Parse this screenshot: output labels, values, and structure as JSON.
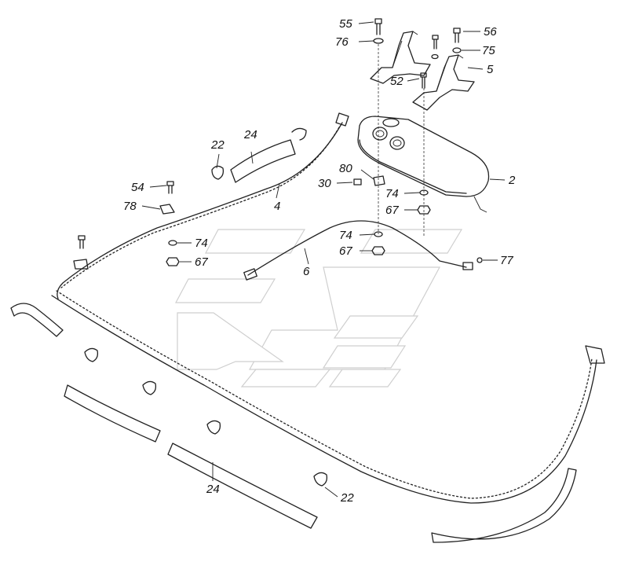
{
  "diagram": {
    "callouts": [
      {
        "key": "c55",
        "text": "55"
      },
      {
        "key": "c56",
        "text": "56"
      },
      {
        "key": "c76",
        "text": "76"
      },
      {
        "key": "c75",
        "text": "75"
      },
      {
        "key": "c5",
        "text": "5"
      },
      {
        "key": "c52",
        "text": "52"
      },
      {
        "key": "c24a",
        "text": "24"
      },
      {
        "key": "c22a",
        "text": "22"
      },
      {
        "key": "c80",
        "text": "80"
      },
      {
        "key": "c2",
        "text": "2"
      },
      {
        "key": "c30",
        "text": "30"
      },
      {
        "key": "c54",
        "text": "54"
      },
      {
        "key": "c74a",
        "text": "74"
      },
      {
        "key": "c78",
        "text": "78"
      },
      {
        "key": "c4",
        "text": "4"
      },
      {
        "key": "c67a",
        "text": "67"
      },
      {
        "key": "c74b",
        "text": "74"
      },
      {
        "key": "c74c",
        "text": "74"
      },
      {
        "key": "c67b",
        "text": "67"
      },
      {
        "key": "c67c",
        "text": "67"
      },
      {
        "key": "c77",
        "text": "77"
      },
      {
        "key": "c6",
        "text": "6"
      },
      {
        "key": "c24b",
        "text": "24"
      },
      {
        "key": "c22b",
        "text": "22"
      }
    ]
  }
}
